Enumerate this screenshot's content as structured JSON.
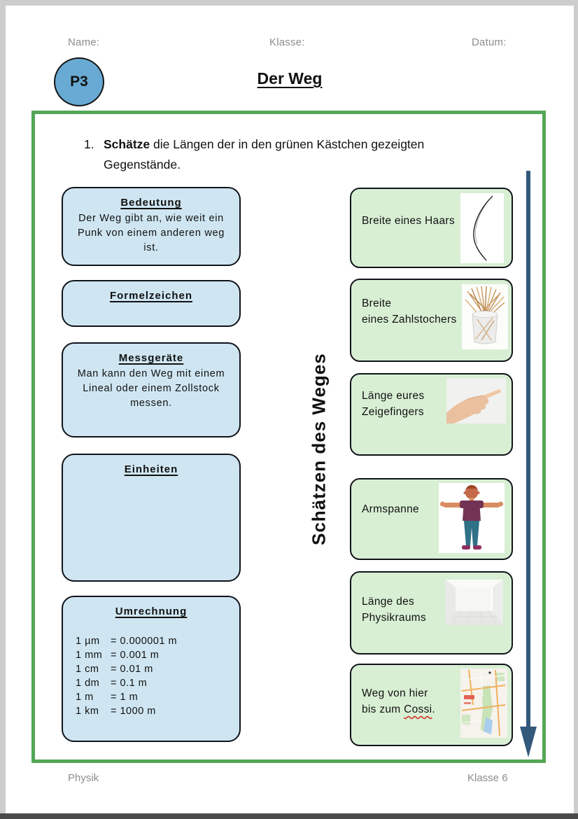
{
  "header": {
    "name_label": "Name:",
    "klasse_label": "Klasse:",
    "datum_label": "Datum:"
  },
  "badge_label": "P3",
  "title": "Der Weg",
  "task": {
    "number": "1.",
    "verb": "Schätze",
    "rest": " die Längen der in den grünen Kästchen gezeigten",
    "line2": "Gegenstände."
  },
  "vertical_label": "Schätzen des Weges",
  "info_boxes": [
    {
      "title": "Bedeutung",
      "body": "Der Weg gibt an, wie weit ein Punk von einem anderen weg ist."
    },
    {
      "title": "Formelzeichen",
      "body": ""
    },
    {
      "title": "Messgeräte",
      "body": "Man kann den Weg mit einem Lineal oder einem Zollstock messen."
    },
    {
      "title": "Einheiten",
      "body": ""
    },
    {
      "title": "Umrechnung",
      "conversions": [
        {
          "unit": "1 µm",
          "value": "= 0.000001 m"
        },
        {
          "unit": "1 mm",
          "value": "= 0.001 m"
        },
        {
          "unit": "1 cm",
          "value": "= 0.01 m"
        },
        {
          "unit": "1 dm",
          "value": "= 0.1 m"
        },
        {
          "unit": "1 m",
          "value": "= 1 m"
        },
        {
          "unit": "1 km",
          "value": "= 1000 m"
        }
      ]
    }
  ],
  "estimate_boxes": [
    {
      "line1": "Breite eines Haars",
      "image": "hair-strand"
    },
    {
      "line1": "Breite",
      "line2": "eines Zahlstochers",
      "image": "toothpicks-cup"
    },
    {
      "line1": "Länge eures",
      "line2": "Zeigefingers",
      "image": "pointing-finger"
    },
    {
      "line1": "Armspanne",
      "image": "arm-span-person"
    },
    {
      "line1": "Länge des",
      "line2": "Physikraums",
      "image": "empty-room"
    },
    {
      "line1": "Weg von hier",
      "line2_prefix": "bis zum ",
      "misspelled_word": "Cossi",
      "line2_suffix": ".",
      "image": "city-map"
    }
  ],
  "footer": {
    "left": "Physik",
    "right": "Klasse 6"
  },
  "colors": {
    "container_border_green": "#54a757",
    "info_box_fill": "#cfe6f2",
    "estimate_box_fill": "#d8efd4",
    "box_border_dark": "#10131a",
    "badge_fill": "#68aad4",
    "arrow_blue": "#33597a",
    "muted_text_gray": "#8c8c8c",
    "spellcheck_red": "#d93025"
  }
}
